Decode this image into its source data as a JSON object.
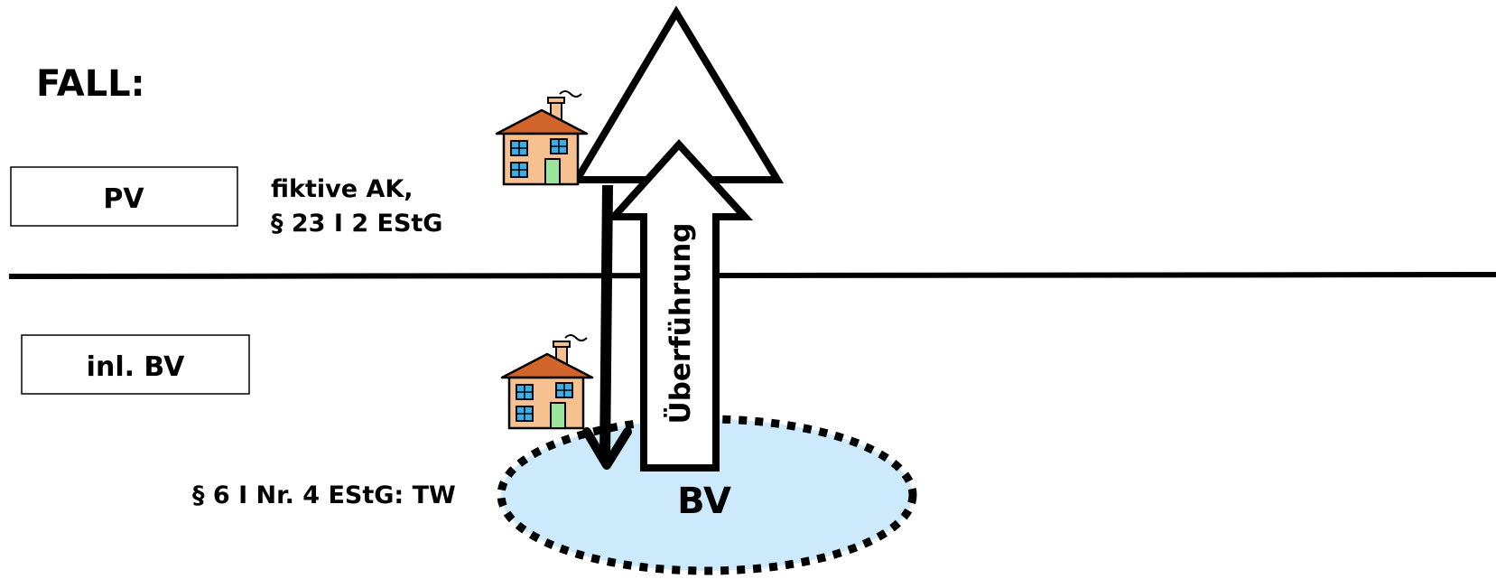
{
  "heading": "FALL:",
  "boxes": {
    "pv": "PV",
    "inl_bv": "inl. BV"
  },
  "notes": {
    "fiktive_ak_line1": "fiktive AK,",
    "fiktive_ak_line2": "§ 23 I 2 EStG",
    "teilwert": "§ 6 I Nr. 4 EStG: TW"
  },
  "arrow_label": "Überführung",
  "ellipse_label": "BV",
  "colors": {
    "ellipse_fill": "#cdeafc",
    "house_wall": "#f6c08f",
    "house_roof": "#d2652b",
    "house_door": "#9be59b",
    "house_window": "#3aaee8",
    "stroke": "#000000"
  },
  "icons": [
    "house-icon",
    "house-icon"
  ]
}
